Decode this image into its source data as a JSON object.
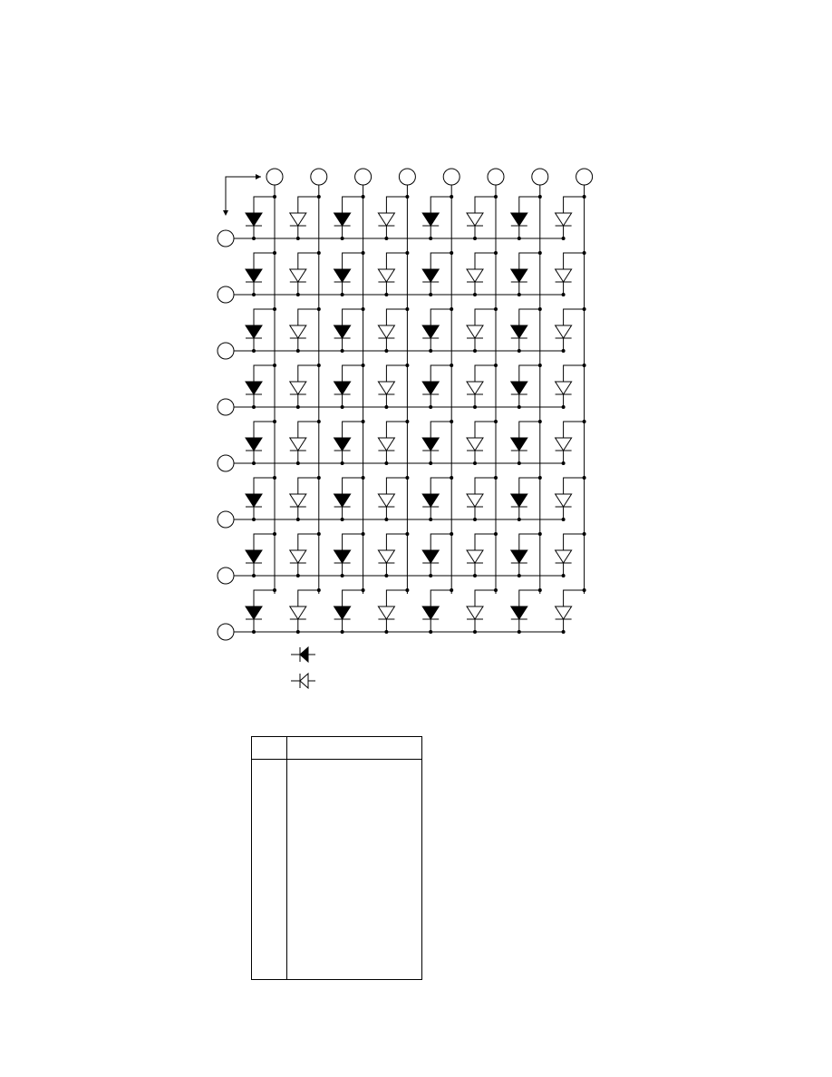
{
  "matrix": {
    "columns": 8,
    "rows": 8,
    "column_pin_labels": [
      "",
      "",
      "",
      "",
      "",
      "",
      "",
      ""
    ],
    "row_pin_labels": [
      "",
      "",
      "",
      "",
      "",
      "",
      "",
      ""
    ],
    "column_led_colors": [
      "filled",
      "hollow",
      "filled",
      "hollow",
      "filled",
      "hollow",
      "filled",
      "hollow"
    ]
  },
  "legend": [
    {
      "symbol": "filled-diode-icon",
      "label": ""
    },
    {
      "symbol": "hollow-diode-icon",
      "label": ""
    }
  ],
  "pin_table": {
    "headers": [
      "",
      ""
    ],
    "rows": []
  }
}
